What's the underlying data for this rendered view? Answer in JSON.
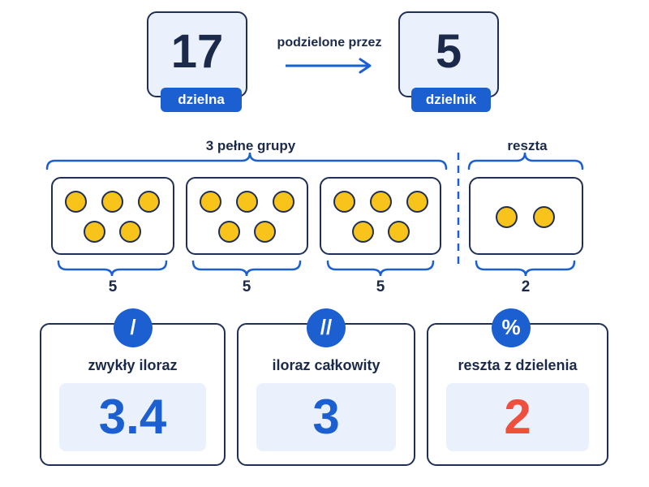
{
  "operation": {
    "dividend": "17",
    "dividend_label": "dzielna",
    "operator_text": "podzielone przez",
    "divisor": "5",
    "divisor_label": "dzielnik"
  },
  "groups": {
    "full_groups_label": "3 pełne grupy",
    "remainder_label": "reszta",
    "items": [
      {
        "count": "5",
        "dots": 5
      },
      {
        "count": "5",
        "dots": 5
      },
      {
        "count": "5",
        "dots": 5
      }
    ],
    "remainder": {
      "count": "2",
      "dots": 2
    }
  },
  "results": [
    {
      "symbol": "/",
      "title": "zwykły iloraz",
      "value": "3.4"
    },
    {
      "symbol": "//",
      "title": "iloraz całkowity",
      "value": "3"
    },
    {
      "symbol": "%",
      "title": "reszta z dzielenia",
      "value": "2"
    }
  ],
  "colors": {
    "accent": "#1b5fd0",
    "dark": "#1f2f55",
    "light_fill": "#eaf1fd",
    "dot": "#f8c31a",
    "remainder_value": "#f04e3e"
  }
}
